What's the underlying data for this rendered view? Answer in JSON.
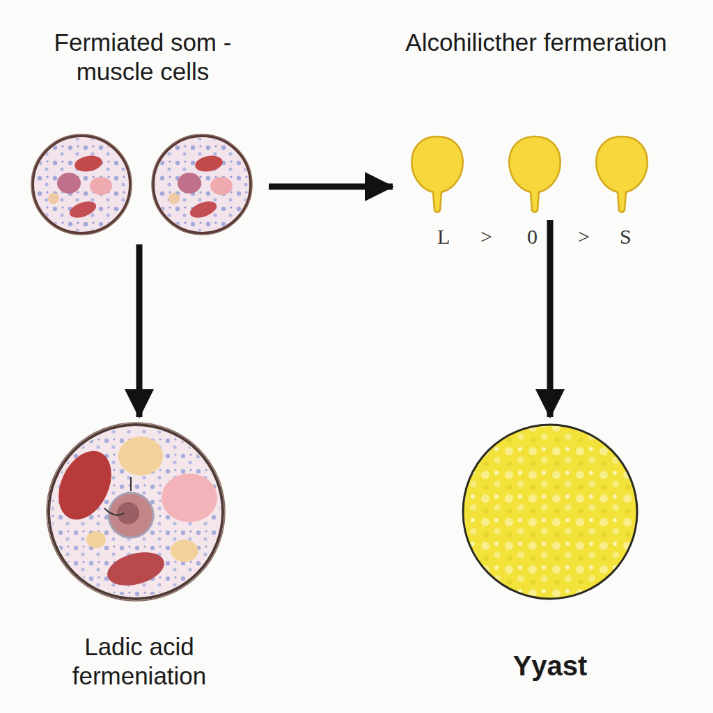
{
  "diagram": {
    "nodes": [
      {
        "text": [
          "Fermiated som - muscle cells"
        ]
      },
      {
        "text": [
          "Alcohilicther fermeration"
        ]
      },
      {
        "text": [
          "Ladic acid fermeniation"
        ]
      },
      {
        "text": [
          "Yyast"
        ]
      }
    ],
    "edges": [
      {
        "from": 0,
        "to": 1,
        "arrow": "to"
      },
      {
        "from": 0,
        "to": 2,
        "arrow": "to"
      },
      {
        "from": 1,
        "to": 3,
        "arrow": "to"
      }
    ],
    "labels": [
      "L",
      ">",
      "0",
      ">",
      "S"
    ]
  }
}
